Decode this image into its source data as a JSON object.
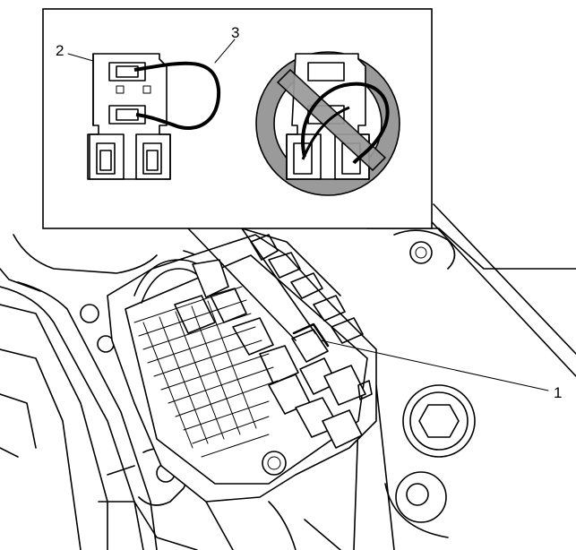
{
  "callouts": {
    "c1": "1",
    "c2": "2",
    "c3": "3"
  },
  "colors": {
    "line": "#000000",
    "prohibition_gray": "#9a9a9a",
    "background": "#ffffff"
  },
  "icons": {
    "prohibition": "no-symbol-icon"
  }
}
